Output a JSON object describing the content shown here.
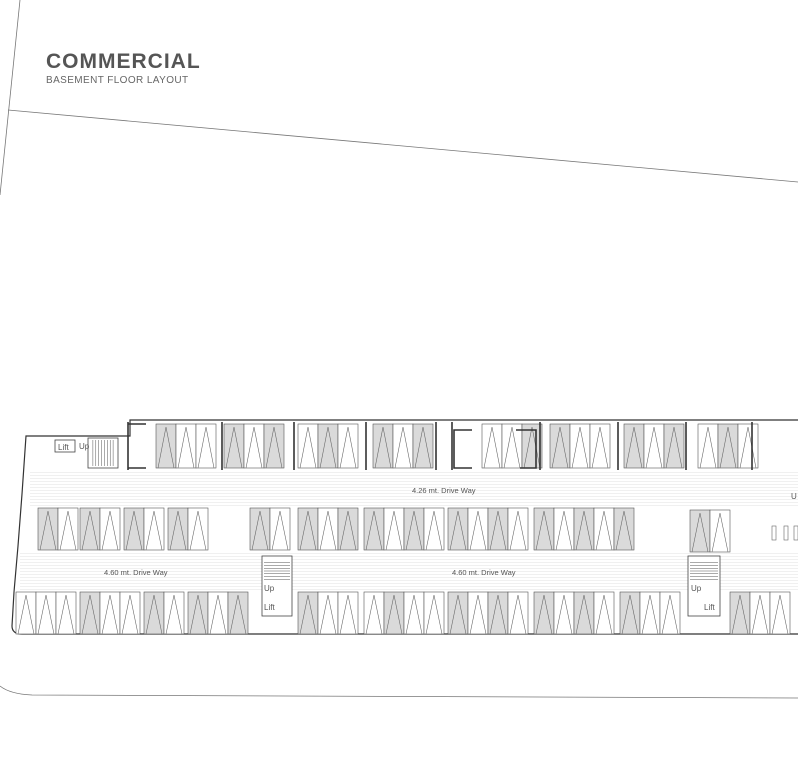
{
  "header": {
    "title": "COMMERCIAL",
    "subtitle": "BASEMENT FLOOR LAYOUT"
  },
  "plan": {
    "drive_top": "4.26 mt. Drive Way",
    "drive_left": "4.60 mt. Drive Way",
    "drive_mid": "4.60 mt. Drive Way",
    "edge_fragment": "U",
    "lift_label": "Lift",
    "up_label": "Up"
  },
  "colors": {
    "title": "#555555",
    "line": "#444444",
    "slot_fill": "#d9d9d9",
    "hatch": "#e4e4e4"
  }
}
